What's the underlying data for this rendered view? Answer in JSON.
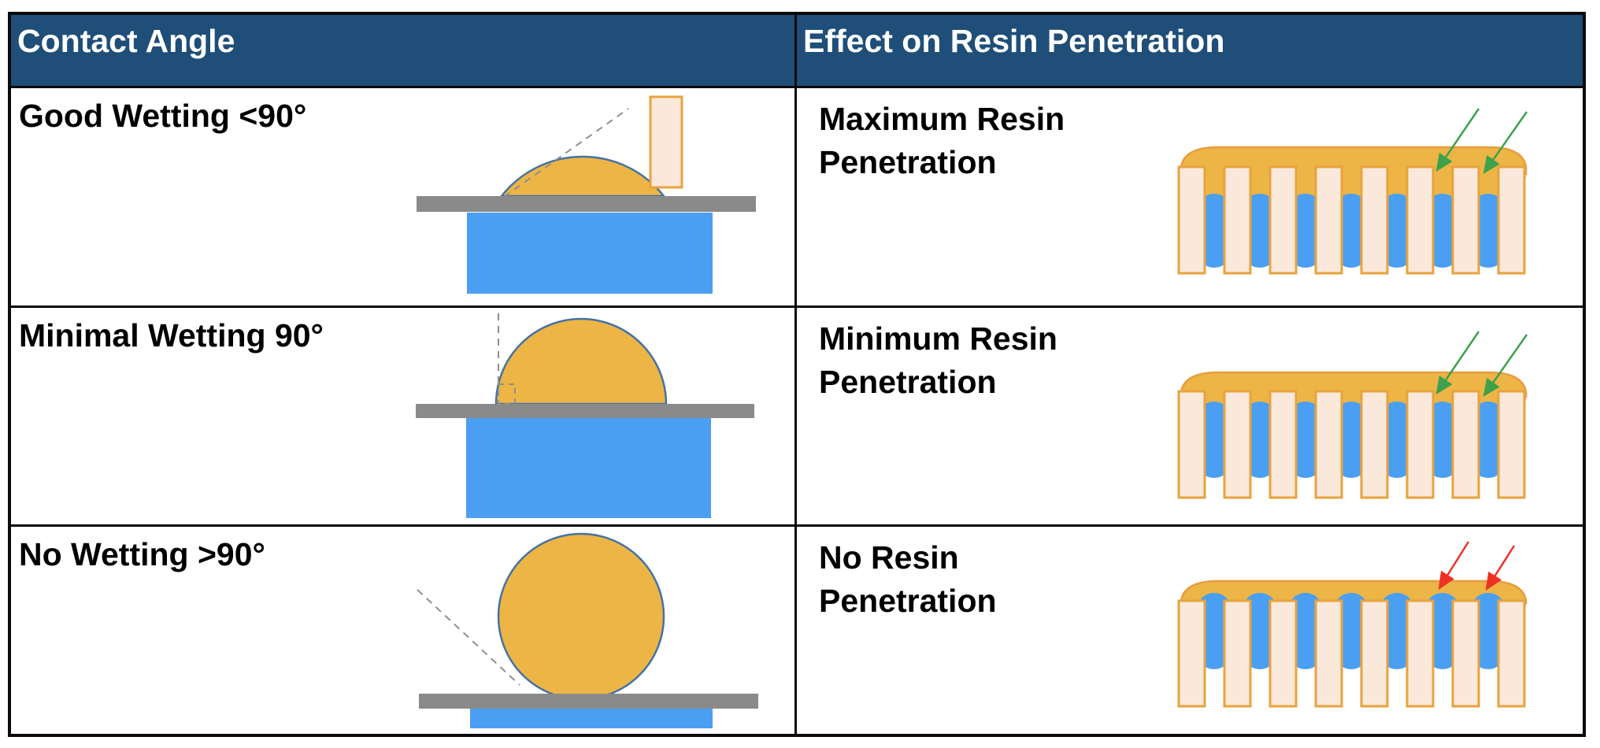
{
  "header": {
    "contact_angle": "Contact Angle",
    "effect": "Effect on Resin Penetration"
  },
  "rows": [
    {
      "label": "Good Wetting <90°",
      "effect": "Maximum Resin\nPenetration"
    },
    {
      "label": "Minimal Wetting 90°",
      "effect": "Minimum Resin\nPenetration"
    },
    {
      "label": "No Wetting >90°",
      "effect": "No Resin\nPenetration"
    }
  ],
  "colors": {
    "header_bg": "#1F4E79",
    "header_text": "#FFFFFF",
    "body_text": "#000000",
    "table_border": "#0A0A0A",
    "resin_yellow": "#EDB545",
    "resin_outline_orange": "#E89C3F",
    "droplet_outline_blue": "#4472A4",
    "water_blue": "#4B9FF2",
    "substrate_gray": "#8A8A8A",
    "dashed_guide_gray": "#8F8F8F",
    "fiber_fill_peach": "#FAE8DB",
    "fiber_border_orange": "#E8A33E",
    "penetration_arrow_green": "#3FA14C",
    "blocked_arrow_red": "#EE3124"
  }
}
